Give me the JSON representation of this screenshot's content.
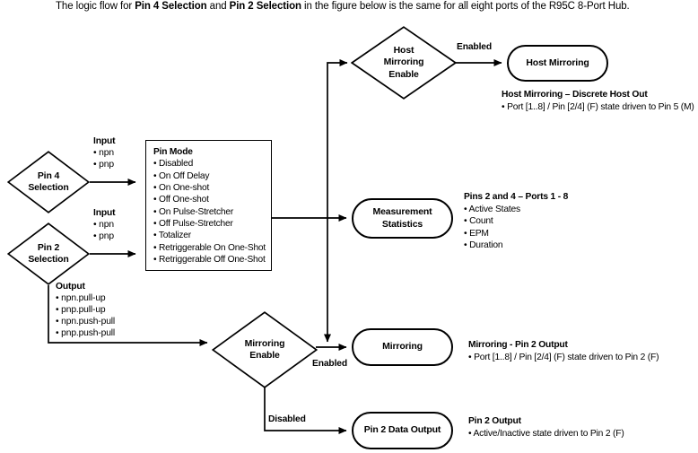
{
  "caption": {
    "prefix": "The logic flow for ",
    "bold1": "Pin 4 Selection",
    "mid": " and ",
    "bold2": "Pin 2 Selection",
    "suffix": " in the figure below is the same for all eight ports of the R95C 8-Port Hub."
  },
  "nodes": {
    "pin4_selection": {
      "line1": "Pin 4",
      "line2": "Selection"
    },
    "pin2_selection": {
      "line1": "Pin 2",
      "line2": "Selection"
    },
    "host_mirroring_enable": {
      "line1": "Host",
      "line2": "Mirroring",
      "line3": "Enable"
    },
    "mirroring_enable": {
      "line1": "Mirroring",
      "line2": "Enable"
    },
    "host_mirroring": {
      "label": "Host Mirroring"
    },
    "measurement_statistics": {
      "line1": "Measurement",
      "line2": "Statistics"
    },
    "mirroring": {
      "label": "Mirroring"
    },
    "pin2_data_output": {
      "label": "Pin 2 Data Output"
    }
  },
  "pin_mode": {
    "title": "Pin Mode",
    "items": [
      "• Disabled",
      "• On Off Delay",
      "• On One-shot",
      "• Off One-shot",
      "• On Pulse-Stretcher",
      "• Off Pulse-Stretcher",
      "• Totalizer",
      "• Retriggerable On One-Shot",
      "• Retriggerable Off One-Shot"
    ]
  },
  "path_labels": {
    "input_pin4": {
      "title": "Input",
      "item1": "• npn",
      "item2": "• pnp"
    },
    "input_pin2": {
      "title": "Input",
      "item1": "• npn",
      "item2": "• pnp"
    },
    "output_pin2": {
      "title": "Output",
      "items": [
        "• npn.pull-up",
        "• pnp.pull-up",
        "• npn.push-pull",
        "• pnp.push-pull"
      ]
    }
  },
  "edge_labels": {
    "host_enabled": "Enabled",
    "mirroring_enabled": "Enabled",
    "mirroring_disabled": "Disabled"
  },
  "annotations": {
    "host_out": {
      "title": "Host Mirroring – Discrete Host Out",
      "items": [
        "• Port [1..8] / Pin [2/4] (F) state driven to Pin 5 (M)"
      ]
    },
    "pins_ports": {
      "title": "Pins 2 and 4 – Ports 1 - 8",
      "items": [
        "• Active States",
        "• Count",
        "• EPM",
        "• Duration"
      ]
    },
    "mirroring_out": {
      "title": "Mirroring - Pin 2 Output",
      "items": [
        "• Port [1..8] / Pin [2/4] (F) state driven to Pin 2 (F)"
      ]
    },
    "pin2_out": {
      "title": "Pin 2 Output",
      "items": [
        "• Active/Inactive state driven to Pin 2 (F)"
      ]
    }
  },
  "colors": {
    "stroke": "#000000",
    "background": "#ffffff"
  }
}
